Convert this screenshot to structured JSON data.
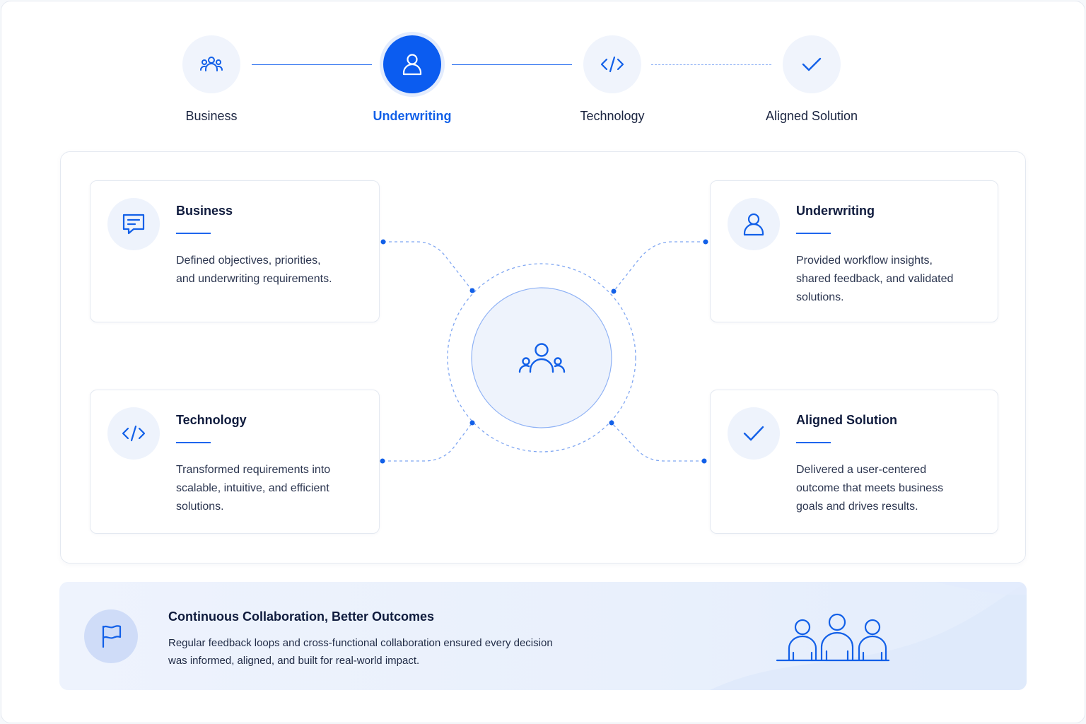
{
  "stepper": {
    "steps": [
      {
        "label": "Business",
        "icon": "team-icon",
        "state": "default"
      },
      {
        "label": "Underwriting",
        "icon": "user-icon",
        "state": "active"
      },
      {
        "label": "Technology",
        "icon": "code-icon",
        "state": "default"
      },
      {
        "label": "Aligned Solution",
        "icon": "check-icon",
        "state": "default"
      }
    ]
  },
  "cards": {
    "business": {
      "title": "Business",
      "icon": "chat-icon",
      "lines": [
        "Defined objectives, priorities,",
        "and underwriting requirements."
      ]
    },
    "underwriting": {
      "title": "Underwriting",
      "icon": "user-icon",
      "lines": [
        "Provided workflow insights,",
        "shared feedback, and validated",
        "solutions."
      ]
    },
    "technology": {
      "title": "Technology",
      "icon": "code-icon",
      "lines": [
        "Transformed requirements into",
        "scalable, intuitive, and efficient",
        "solutions."
      ]
    },
    "aligned": {
      "title": "Aligned Solution",
      "icon": "check-icon",
      "lines": [
        "Delivered a user-centered",
        "outcome that meets business",
        "goals and drives results."
      ]
    }
  },
  "hub": {
    "icon": "team-icon"
  },
  "banner": {
    "icon": "flag-icon",
    "title": "Continuous Collaboration, Better Outcomes",
    "lines": [
      "Regular feedback loops and cross-functional collaboration ensured every decision",
      "was informed, aligned, and built for real-world impact."
    ],
    "illustration": "team-at-desks-illustration"
  },
  "colors": {
    "accent": "#0b5cf0",
    "accent_light": "#eef3fc",
    "text_dark": "#0f1b3d"
  }
}
